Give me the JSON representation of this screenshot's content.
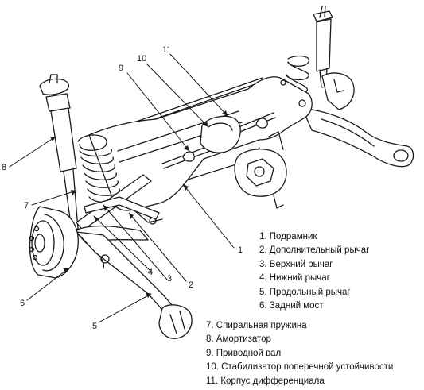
{
  "callouts": [
    "1",
    "2",
    "3",
    "4",
    "5",
    "6",
    "7",
    "8",
    "9",
    "10",
    "11"
  ],
  "legend": [
    "1. Подрамник",
    "2. Дополнительный рычаг",
    "3. Верхний рычаг",
    "4. Нижний рычаг",
    "5. Продольный рычаг",
    "6. Задний мост",
    "7. Спиральная пружина",
    "8. Амортизатор",
    "9. Приводной вал",
    "10. Стабилизатор поперечной устойчивости",
    "11. Корпус дифференциала"
  ]
}
